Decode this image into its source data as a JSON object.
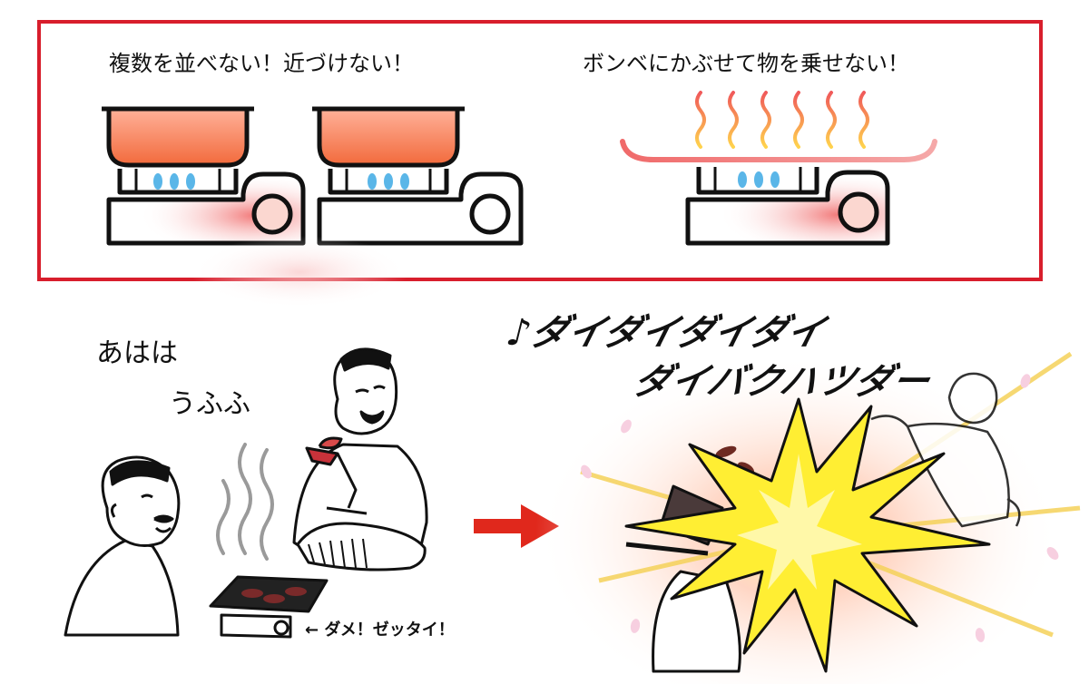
{
  "rules": {
    "left_caption": "複数を並べない！近づけない！",
    "right_caption": "ボンベにかぶせて物を乗せない！"
  },
  "scene": {
    "laugh_1": "あはは",
    "laugh_2": "うふふ",
    "warning": "← ダメ！ゼッタイ！",
    "sfx_line_1": "♪ダイダイダイダイ",
    "sfx_line_2": "ダイバクハツダー"
  },
  "colors": {
    "frame_red": "#d81e2c",
    "arrow_red": "#e0281c",
    "flame_blue": "#5ab6e8",
    "explosion_yellow": "#ffee33"
  }
}
